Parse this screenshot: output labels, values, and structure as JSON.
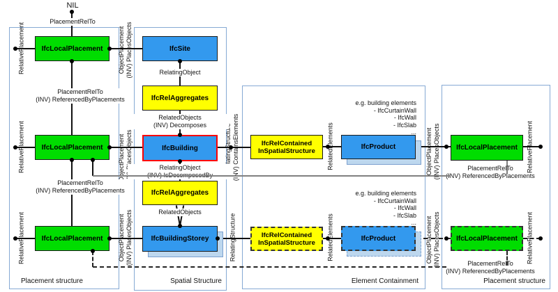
{
  "colors": {
    "green": "#00dd00",
    "blue": "#3399ee",
    "yellow": "#ffff00",
    "shadow": "#bdd7ee",
    "frame": "#85a9d4",
    "red": "#ff0000",
    "line_gray": "#808080"
  },
  "columns": {
    "c1": "Placement structure",
    "c2": "Spatial Structure",
    "c3": "Element Containment",
    "c4": "Placement structure"
  },
  "nodes": {
    "local_placement": "IfcLocalPlacement",
    "site": "IfcSite",
    "rel_aggregates": "IfcRelAggregates",
    "building": "IfcBuilding",
    "building_storey": "IfcBuildingStorey",
    "rel_contained": "IfcRelContained\nInSpatialStructure",
    "product": "IfcProduct"
  },
  "labels": {
    "nil": "NIL",
    "placement_rel_to": "PlacementRelTo",
    "placement_rel_to_inv": "PlacementRelTo\n(INV) ReferencedByPlacements",
    "object_placement_inv": "ObjectPlacement\n(INV) PlacesObjects",
    "relative_placement": "RelativePlacement",
    "relating_object": "RelatingObject",
    "related_objects_inv": "RelatedObjects\n(INV) Decomposes",
    "relating_object_inv": "RelatingObject\n(INV) IsDecomposedBy",
    "related_objects": "RelatedObjects",
    "relating_structure_inv": "RelatingStructure\n(INV) ContainsElements",
    "relating_structure": "RelatingStructure",
    "related_elements": "RelatedElements",
    "eg_elements": "e.g. building elements\n- IfcCurtainWall\n- IfcWall\n- IfcSlab\n..."
  }
}
